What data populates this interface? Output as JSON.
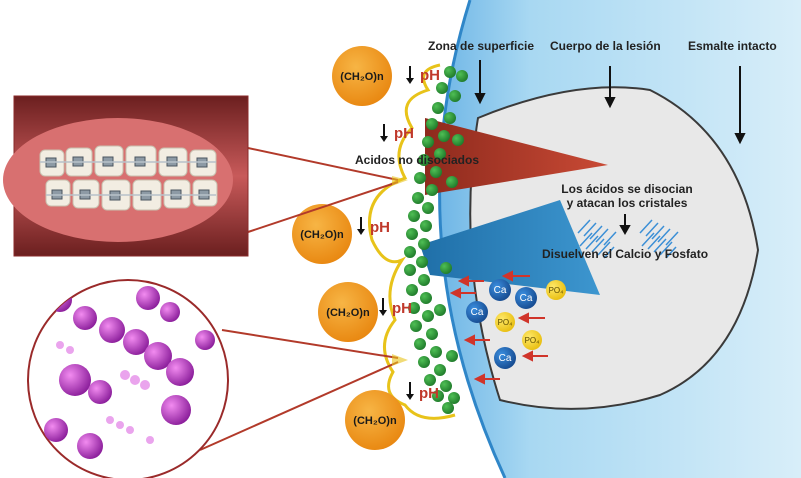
{
  "labels": {
    "surface_zone": "Zona de superficie",
    "lesion_body": "Cuerpo de la lesión",
    "intact_enamel": "Esmalte intacto",
    "undissociated_acids": "Acidos no disociados",
    "acids_dissociate_1": "Los ácidos se disocian",
    "acids_dissociate_2": "y atacan los cristales",
    "dissolve": "Disuelven el Calcio y Fosfato"
  },
  "sugar_label": "(CH₂O)n",
  "ph_label": "pH",
  "ion_ca": "Ca",
  "ion_po4": "PO₄",
  "colors": {
    "enamel_blue": "#8ec8ea",
    "lesion_gray": "#e6e6e6",
    "plaque_green": "#2e9a3a",
    "sugar_orange": "#f29a1f",
    "acid_red": "#b23a2a",
    "acid_blue": "#2a7ab0",
    "calcium_blue": "#1f5fae",
    "phosphate_yellow": "#f5d21f",
    "arrow_red": "#d0342a",
    "ph_red": "#c0392b"
  }
}
